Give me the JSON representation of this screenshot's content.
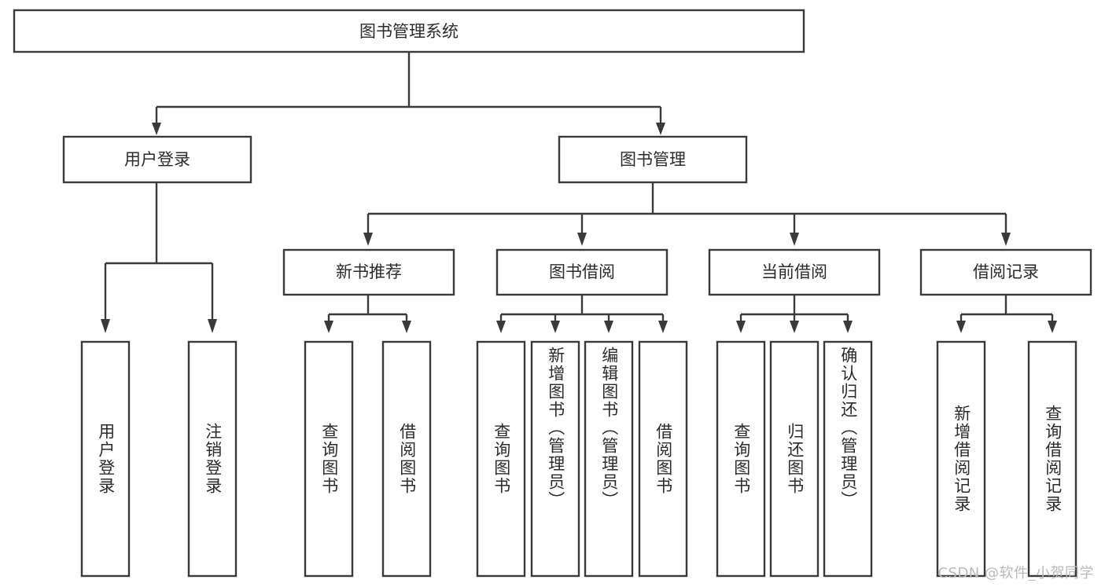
{
  "diagram": {
    "type": "tree",
    "title": "图书管理系统",
    "orientation": "top-down",
    "colors": {
      "box_fill": "#ffffff",
      "box_stroke": "#3a3a3a",
      "text": "#2b2b2b",
      "watermark": "#b9b9b9",
      "background": "#ffffff"
    },
    "levels": {
      "root": "图书管理系统",
      "level2": [
        "用户登录",
        "图书管理"
      ],
      "level3": [
        "新书推荐",
        "图书借阅",
        "当前借阅",
        "借阅记录"
      ]
    },
    "nodes": {
      "root": {
        "label": "图书管理系统",
        "orientation": "horizontal"
      },
      "user_login": {
        "label": "用户登录",
        "orientation": "horizontal"
      },
      "book_manage": {
        "label": "图书管理",
        "orientation": "horizontal"
      },
      "new_book_rec": {
        "label": "新书推荐",
        "orientation": "horizontal"
      },
      "book_borrow": {
        "label": "图书借阅",
        "orientation": "horizontal"
      },
      "current_borrow": {
        "label": "当前借阅",
        "orientation": "horizontal"
      },
      "borrow_record": {
        "label": "借阅记录",
        "orientation": "horizontal"
      }
    },
    "leaves": [
      {
        "id": "leaf-user-login",
        "label": "用户登录",
        "parent": "用户登录",
        "orientation": "vertical",
        "align": "middle"
      },
      {
        "id": "leaf-logout",
        "label": "注销登录",
        "parent": "用户登录",
        "orientation": "vertical",
        "align": "middle"
      },
      {
        "id": "leaf-query-book-1",
        "label": "查询图书",
        "parent": "新书推荐",
        "orientation": "vertical",
        "align": "middle"
      },
      {
        "id": "leaf-borrow-book-1",
        "label": "借阅图书",
        "parent": "新书推荐",
        "orientation": "vertical",
        "align": "middle"
      },
      {
        "id": "leaf-query-book-2",
        "label": "查询图书",
        "parent": "图书借阅",
        "orientation": "vertical",
        "align": "middle"
      },
      {
        "id": "leaf-add-book",
        "label": "新增图书（管理员）",
        "parent": "图书借阅",
        "orientation": "vertical",
        "align": "top"
      },
      {
        "id": "leaf-edit-book",
        "label": "编辑图书（管理员）",
        "parent": "图书借阅",
        "orientation": "vertical",
        "align": "top"
      },
      {
        "id": "leaf-borrow-book-2",
        "label": "借阅图书",
        "parent": "图书借阅",
        "orientation": "vertical",
        "align": "middle"
      },
      {
        "id": "leaf-query-book-3",
        "label": "查询图书",
        "parent": "当前借阅",
        "orientation": "vertical",
        "align": "middle"
      },
      {
        "id": "leaf-return-book",
        "label": "归还图书",
        "parent": "当前借阅",
        "orientation": "vertical",
        "align": "middle"
      },
      {
        "id": "leaf-confirm-return",
        "label": "确认归还（管理员）",
        "parent": "当前借阅",
        "orientation": "vertical",
        "align": "top"
      },
      {
        "id": "leaf-add-record",
        "label": "新增借阅记录",
        "parent": "借阅记录",
        "orientation": "vertical",
        "align": "middle"
      },
      {
        "id": "leaf-query-record",
        "label": "查询借阅记录",
        "parent": "借阅记录",
        "orientation": "vertical",
        "align": "middle"
      }
    ]
  },
  "watermark": {
    "text": "CSDN @软件_小贺同学"
  }
}
